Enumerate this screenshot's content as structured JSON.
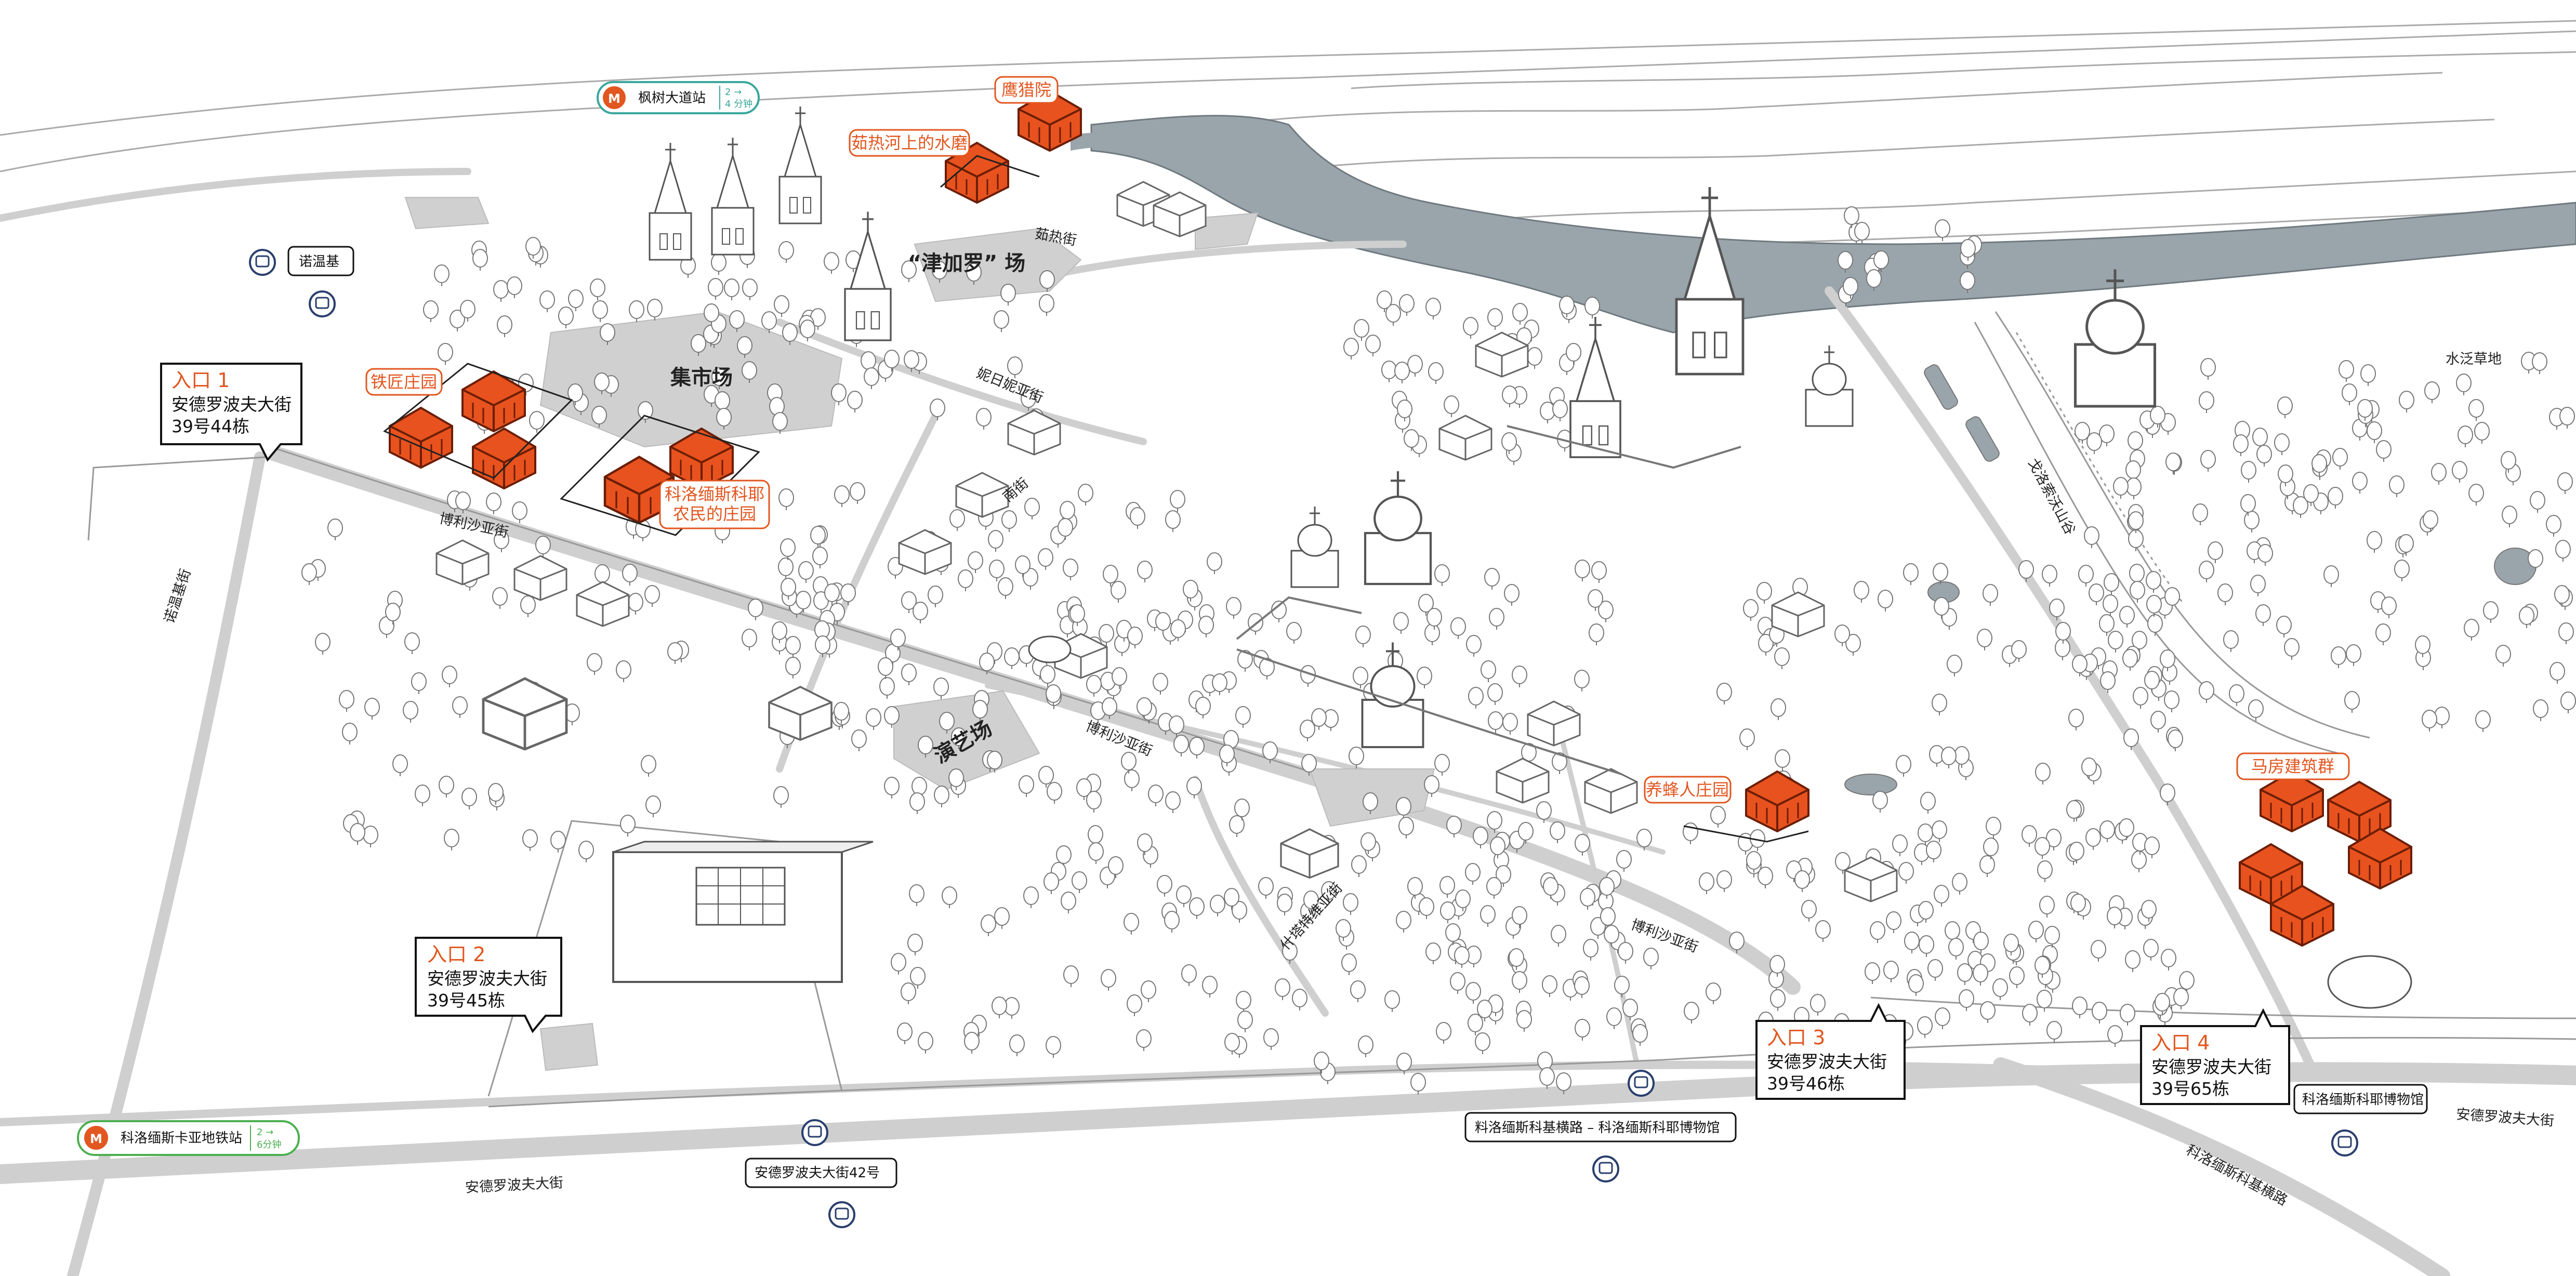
{
  "colors": {
    "accent_orange": "#e2561f",
    "building_orange": "#e8521e",
    "river": "#9aa5ab",
    "metro_teal": "#3aa79c",
    "metro_green": "#4caf50",
    "bus_navy": "#2a3f6e",
    "road_gray": "#c8c8c8",
    "plaza_gray": "#d0d0d0"
  },
  "metro": [
    {
      "name": "枫树大道站",
      "time_line1": "2 →",
      "time_line2": "4 分钟",
      "color": "#3aa79c",
      "icon": "metro-m-icon"
    },
    {
      "name": "科洛缅斯卡亚地铁站",
      "time_line1": "2 →",
      "time_line2": "6分钟",
      "color": "#4caf50",
      "icon": "metro-m-icon"
    }
  ],
  "entrances": [
    {
      "title": "入口 1",
      "line1": "安德罗波夫大街",
      "line2": "39号44栋"
    },
    {
      "title": "入口 2",
      "line1": "安德罗波夫大街",
      "line2": "39号45栋"
    },
    {
      "title": "入口 3",
      "line1": "安德罗波夫大街",
      "line2": "39号46栋"
    },
    {
      "title": "入口 4",
      "line1": "安德罗波夫大街",
      "line2": "39号65栋"
    }
  ],
  "bus_stops": [
    {
      "name": "诺温基",
      "icon": "bus-icon"
    },
    {
      "name": "安德罗波夫大街42号",
      "icon": "bus-icon"
    },
    {
      "name": "料洛缅斯科基横路 – 科洛缅斯科耶博物馆",
      "icon": "bus-icon"
    },
    {
      "name": "科洛缅斯科耶博物馆",
      "icon": "bus-icon"
    }
  ],
  "landmarks": {
    "falconry": "鹰猎院",
    "watermill": "茹热河上的水磨",
    "smithy": "铁匠庄园",
    "peasant_line1": "科洛缅斯科耶",
    "peasant_line2": "农民的庄园",
    "beekeeper": "养蜂人庄园",
    "stables": "马房建筑群"
  },
  "areas": {
    "zhangaluo": "“津加罗” 场",
    "market": "集市场",
    "performance": "演艺场",
    "floodplain": "水泛草地"
  },
  "roads": {
    "zhuzhe": "茹热街",
    "nenri": "妮日妮亚街",
    "south": "南街",
    "bolisha_1": "博利沙亚街",
    "bolisha_2": "博利沙亚街",
    "bolisha_3": "博利沙亚街",
    "nuowenji": "诺温基街",
    "putewei": "什塔特维亚街",
    "andropov": "安德罗波夫大街",
    "andropov_east": "安德罗波夫大街",
    "kolomenskoe_cross": "科洛缅斯科基横路",
    "ravine": "戈洛索沃山谷"
  }
}
